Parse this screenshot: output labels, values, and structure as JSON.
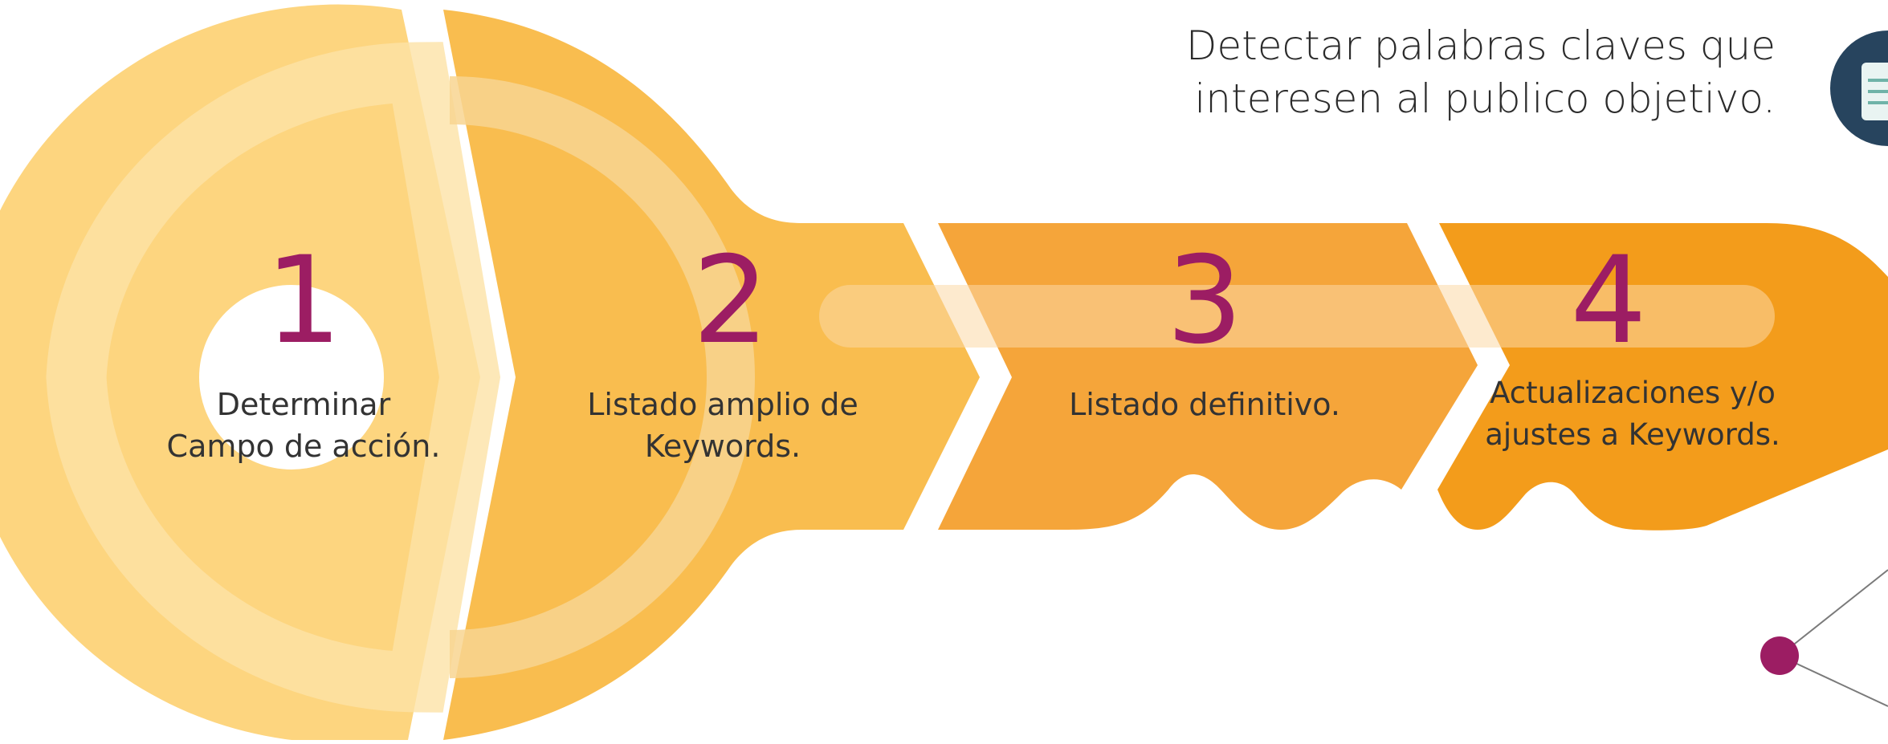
{
  "headline": {
    "line1": "Detectar palabras claves que",
    "line2": "interesen al publico objetivo."
  },
  "steps": [
    {
      "number": "1",
      "line1": "Determinar",
      "line2": "Campo de acción."
    },
    {
      "number": "2",
      "line1": "Listado amplio de",
      "line2": "Keywords."
    },
    {
      "number": "3",
      "line1": "Listado definitivo.",
      "line2": ""
    },
    {
      "number": "4",
      "line1": "Actualizaciones y/o",
      "line2": "ajustes a Keywords."
    }
  ],
  "colors": {
    "segment1": "#fdd57f",
    "segment2": "#f9bd4f",
    "segment3": "#f5a53a",
    "segment4": "#f39c1b",
    "number": "#9c1d63",
    "node": "#9c1d63",
    "icon_circle": "#27445e"
  },
  "icons": [
    "document-icon"
  ]
}
